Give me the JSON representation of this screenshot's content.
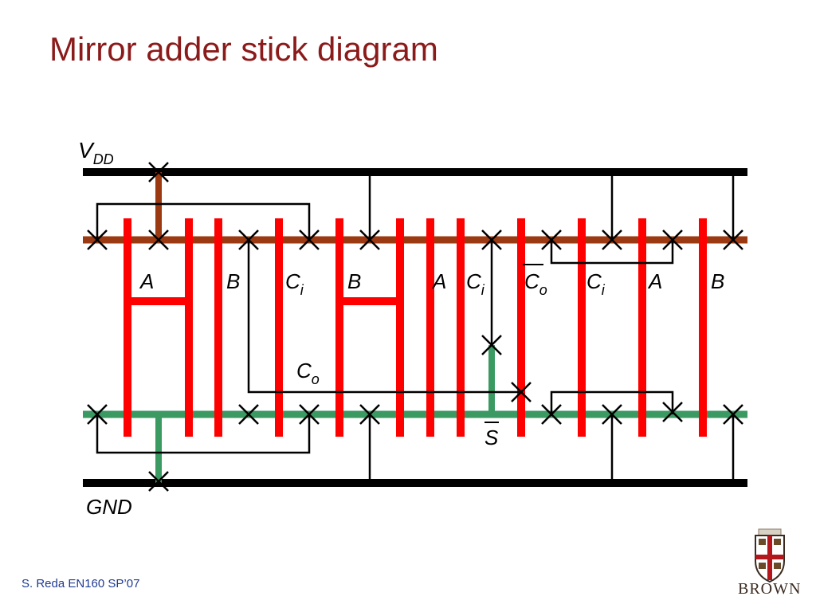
{
  "title": "Mirror adder stick diagram",
  "footer": "S. Reda EN160 SP’07",
  "logo": {
    "text": "BROWN",
    "icon": "brown-university-shield-icon"
  },
  "colors": {
    "title": "#8b1a1a",
    "poly": "#ff0000",
    "pdiff": "#9b3a12",
    "ndiff": "#3a9a62",
    "metal": "#000000"
  },
  "rails": {
    "vdd": {
      "main": "V",
      "sub": "DD"
    },
    "gnd": "GND"
  },
  "gate_labels": [
    {
      "main": "A",
      "sub": ""
    },
    {
      "main": "B",
      "sub": ""
    },
    {
      "main": "C",
      "sub": "i"
    },
    {
      "main": "B",
      "sub": ""
    },
    {
      "main": "A",
      "sub": ""
    },
    {
      "main": "C",
      "sub": "i"
    },
    {
      "main": "C",
      "sub": "o",
      "overline": true
    },
    {
      "main": "C",
      "sub": "i"
    },
    {
      "main": "A",
      "sub": ""
    },
    {
      "main": "B",
      "sub": ""
    }
  ],
  "net_labels": {
    "co": {
      "main": "C",
      "sub": "o"
    },
    "s": {
      "main": "S",
      "overline": true
    }
  }
}
